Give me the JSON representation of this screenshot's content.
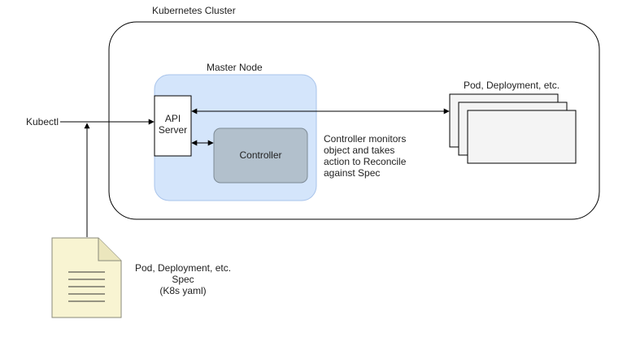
{
  "cluster": {
    "label": "Kubernetes Cluster"
  },
  "master": {
    "label": "Master Node",
    "fill": "#d4e5fb",
    "stroke": "#a9c4eb"
  },
  "api_server": {
    "line1": "API",
    "line2": "Server"
  },
  "controller": {
    "label": "Controller",
    "fill": "#b2c0cc",
    "stroke": "#7d8a95"
  },
  "kubectl": {
    "label": "Kubectl"
  },
  "resources": {
    "label": "Pod, Deployment, etc."
  },
  "controller_note": {
    "line1": "Controller monitors",
    "line2": "object and takes",
    "line3": "action to Reconcile",
    "line4": "against Spec"
  },
  "spec": {
    "line1": "Pod, Deployment, etc.",
    "line2": "Spec",
    "line3": "(K8s yaml)",
    "fill": "#f8f4d2",
    "stroke": "#8a8a7a"
  }
}
